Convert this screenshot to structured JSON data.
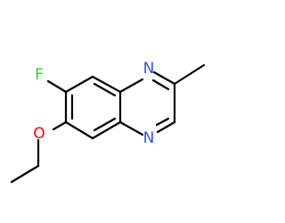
{
  "molecule": {
    "atoms": {
      "fluorine": {
        "symbol": "F",
        "color": "#33cc33"
      },
      "oxygen": {
        "symbol": "O",
        "color": "#ff0000"
      },
      "nitrogen_1": {
        "symbol": "N",
        "color": "#3050f8"
      },
      "nitrogen_4": {
        "symbol": "N",
        "color": "#3050f8"
      }
    },
    "bond_color": "#000000"
  }
}
